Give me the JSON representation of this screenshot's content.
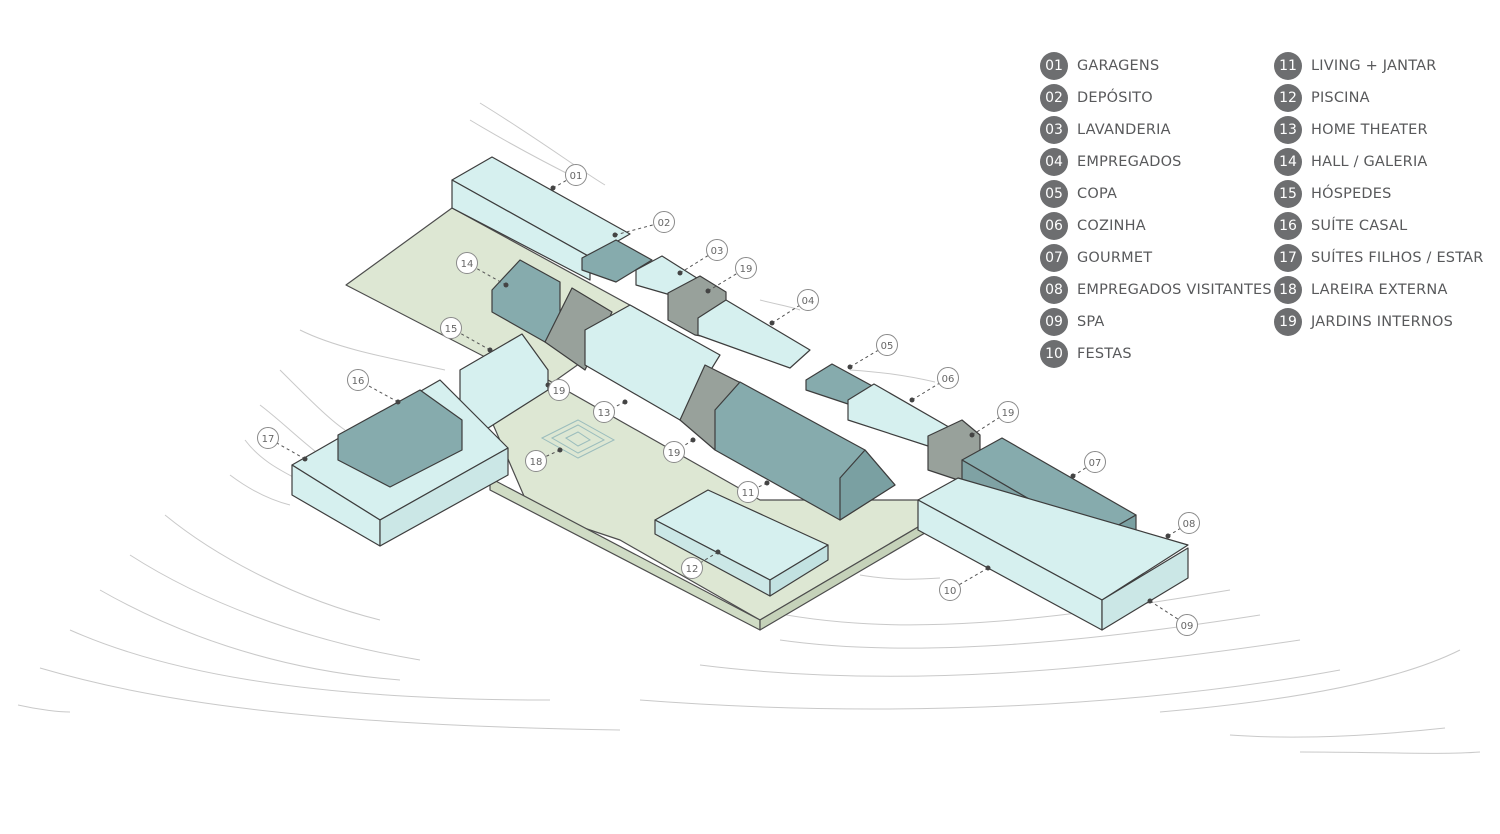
{
  "colors": {
    "light_block": "#d6f0ef",
    "dark_block": "#86abad",
    "gray_block": "#98a19b",
    "lawn": "#dde7d3",
    "badge": "#6d6e70",
    "legend_text": "#58595b",
    "contour": "#c9c9c9"
  },
  "legend": {
    "col1": [
      {
        "num": "01",
        "label": "GARAGENS"
      },
      {
        "num": "02",
        "label": "DEPÓSITO"
      },
      {
        "num": "03",
        "label": "LAVANDERIA"
      },
      {
        "num": "04",
        "label": "EMPREGADOS"
      },
      {
        "num": "05",
        "label": "COPA"
      },
      {
        "num": "06",
        "label": "COZINHA"
      },
      {
        "num": "07",
        "label": "GOURMET"
      },
      {
        "num": "08",
        "label": "EMPREGADOS VISITANTES"
      },
      {
        "num": "09",
        "label": "SPA"
      },
      {
        "num": "10",
        "label": "FESTAS"
      }
    ],
    "col2": [
      {
        "num": "11",
        "label": "LIVING + JANTAR"
      },
      {
        "num": "12",
        "label": "PISCINA"
      },
      {
        "num": "13",
        "label": "HOME THEATER"
      },
      {
        "num": "14",
        "label": "HALL / GALERIA"
      },
      {
        "num": "15",
        "label": "HÓSPEDES"
      },
      {
        "num": "16",
        "label": "SUÍTE CASAL"
      },
      {
        "num": "17",
        "label": "SUÍTES FILHOS / ESTAR"
      },
      {
        "num": "18",
        "label": "LAREIRA EXTERNA"
      },
      {
        "num": "19",
        "label": "JARDINS INTERNOS"
      }
    ]
  },
  "callouts": [
    "01",
    "02",
    "03",
    "19",
    "04",
    "05",
    "06",
    "19",
    "07",
    "08",
    "09",
    "10",
    "11",
    "12",
    "13",
    "18",
    "19",
    "19",
    "14",
    "15",
    "16",
    "17"
  ]
}
